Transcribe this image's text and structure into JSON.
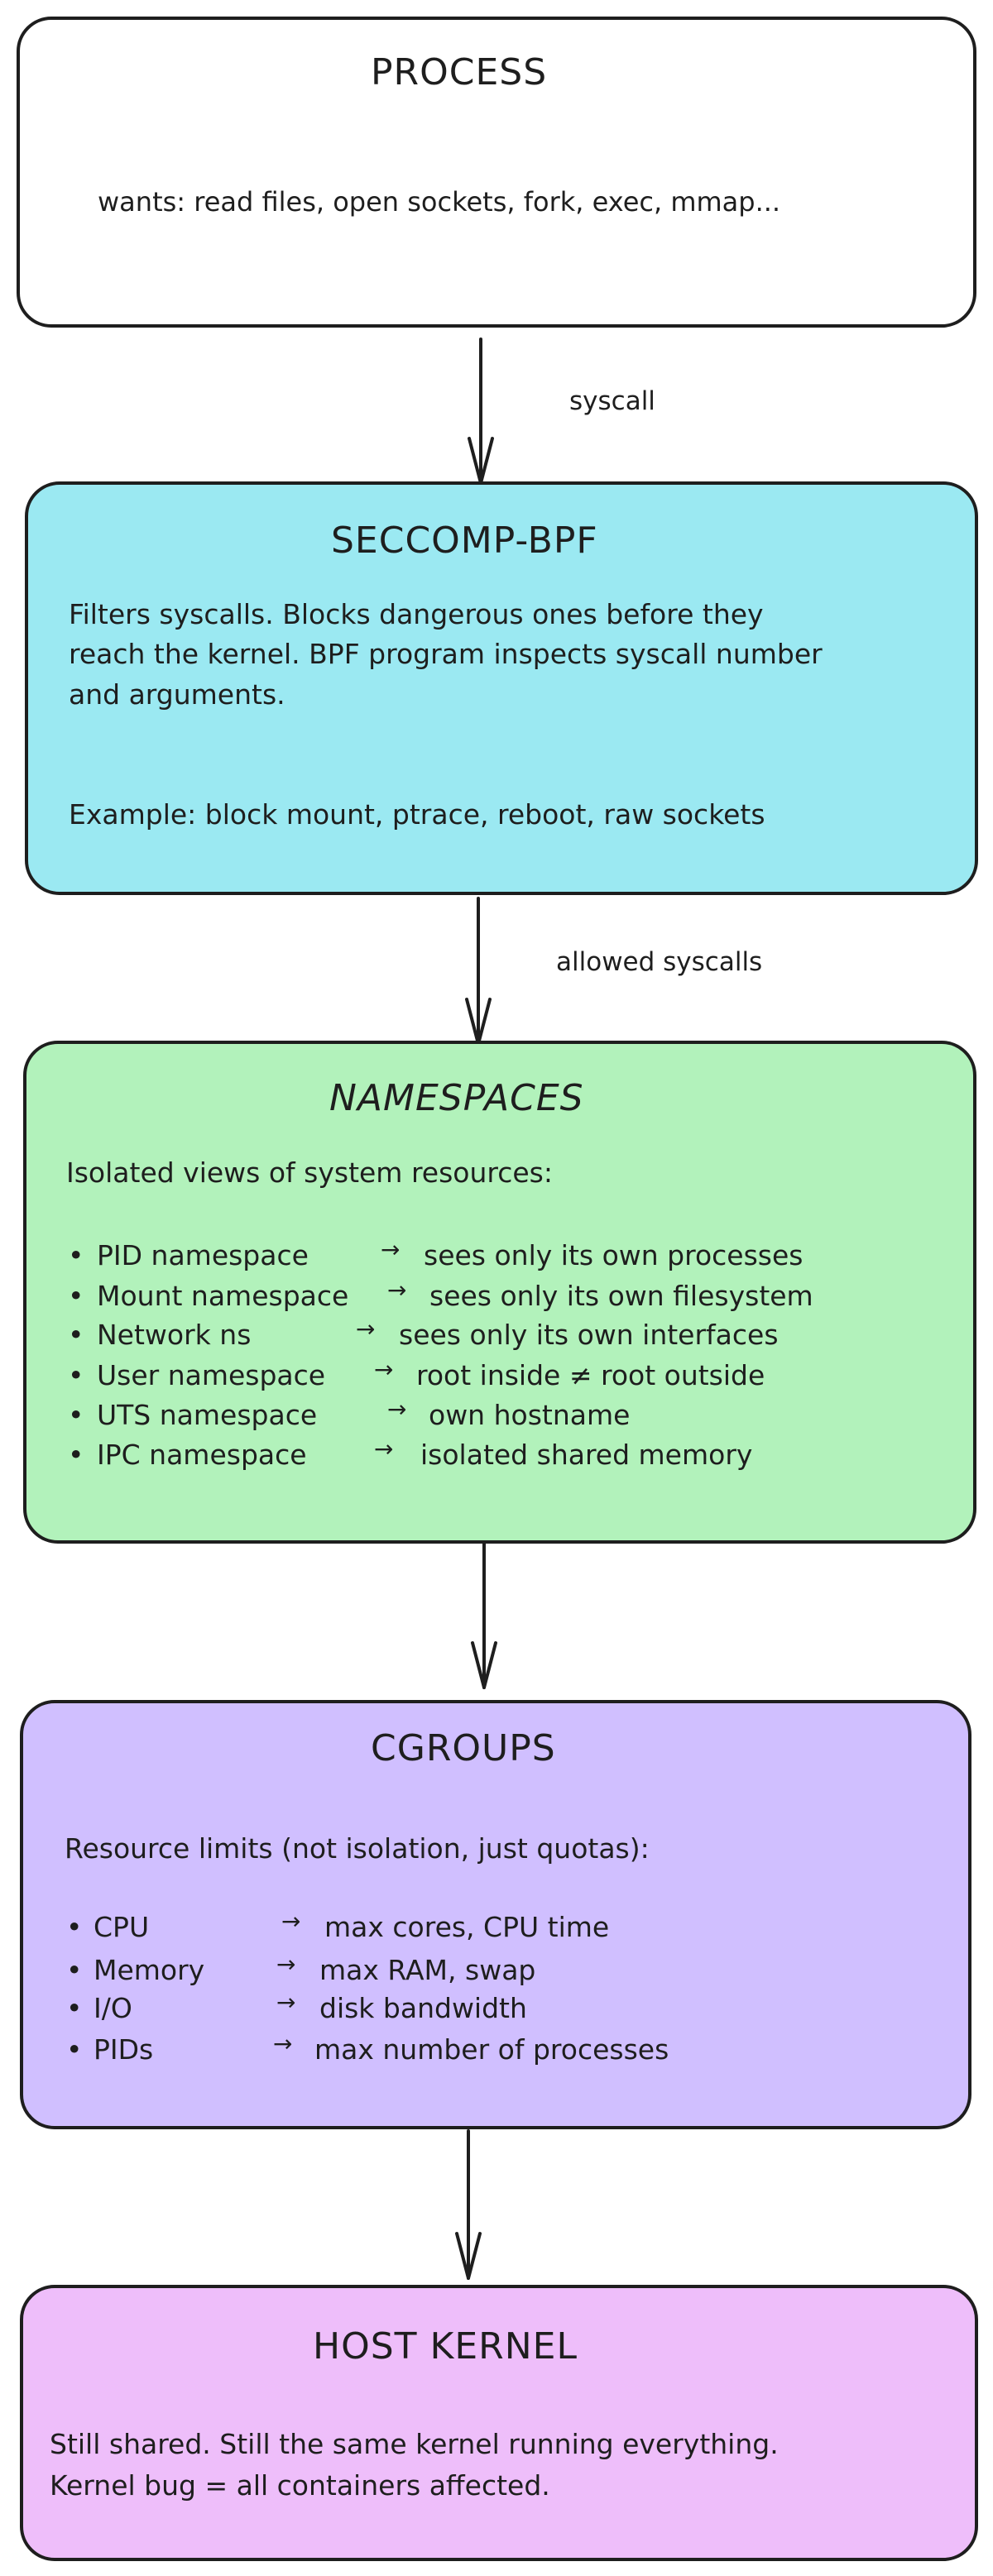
{
  "diagram": {
    "colors": {
      "stroke": "#1e1e1e",
      "process_fill": "#ffffff",
      "seccomp_fill": "#9be9f2",
      "namespaces_fill": "#b2f2bb",
      "cgroups_fill": "#d0bfff",
      "host_kernel_fill": "#eebefa"
    },
    "process": {
      "title": "PROCESS",
      "body": "wants: read files, open sockets, fork, exec, mmap..."
    },
    "arrow_1": {
      "label": "syscall"
    },
    "seccomp": {
      "title": "SECCOMP-BPF",
      "lines": [
        "Filters syscalls. Blocks dangerous ones before they",
        "reach the kernel. BPF program inspects syscall number",
        "and arguments."
      ],
      "example": "Example: block mount, ptrace, reboot, raw sockets"
    },
    "arrow_2": {
      "label": "allowed syscalls"
    },
    "namespaces": {
      "title": "NAMESPACES",
      "intro": "Isolated views of system resources:",
      "items": [
        {
          "name": "PID namespace",
          "arrow": "→",
          "desc": "sees only its own processes"
        },
        {
          "name": "Mount namespace",
          "arrow": "→",
          "desc": "sees only its own filesystem"
        },
        {
          "name": "Network ns",
          "arrow": "→",
          "desc": "sees only its own interfaces"
        },
        {
          "name": "User namespace",
          "arrow": "→",
          "desc": "root inside ≠ root outside"
        },
        {
          "name": "UTS namespace",
          "arrow": "→",
          "desc": "own hostname"
        },
        {
          "name": "IPC namespace",
          "arrow": "→",
          "desc": "isolated shared memory"
        }
      ]
    },
    "cgroups": {
      "title": "CGROUPS",
      "intro": "Resource limits (not isolation, just quotas):",
      "items": [
        {
          "name": "CPU",
          "arrow": "→",
          "desc": "max cores, CPU time"
        },
        {
          "name": "Memory",
          "arrow": "→",
          "desc": "max RAM, swap"
        },
        {
          "name": "I/O",
          "arrow": "→",
          "desc": "disk bandwidth"
        },
        {
          "name": "PIDs",
          "arrow": "→",
          "desc": "max number of processes"
        }
      ]
    },
    "host_kernel": {
      "title": "HOST KERNEL",
      "lines": [
        "Still shared. Still the same kernel running everything.",
        "Kernel bug = all containers affected."
      ]
    },
    "bullet": "•"
  }
}
